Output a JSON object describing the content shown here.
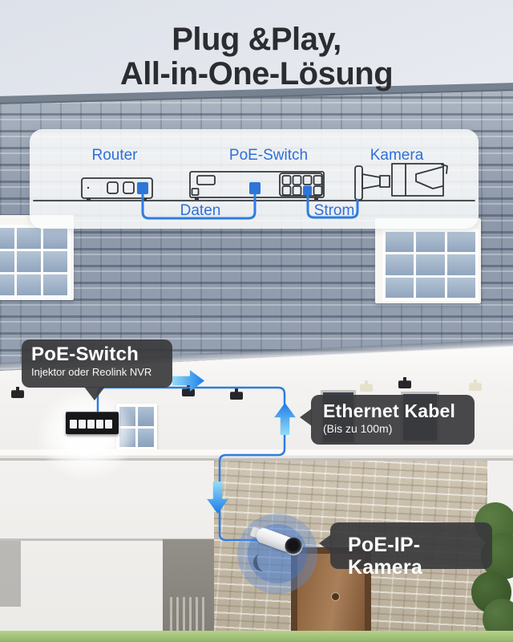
{
  "title": {
    "line1": "Plug &Play,",
    "line2": "All-in-One-Lösung"
  },
  "diagram_panel": {
    "devices": [
      {
        "label": "Router"
      },
      {
        "label": "PoE-Switch"
      },
      {
        "label": "Kamera"
      }
    ],
    "cables": [
      {
        "label": "Daten"
      },
      {
        "label": "Strom"
      }
    ]
  },
  "callouts": {
    "poe_switch": {
      "title": "PoE-Switch",
      "subtitle": "Injektor oder Reolink NVR"
    },
    "ethernet": {
      "title": "Ethernet Kabel",
      "subtitle": "(Bis zu 100m)"
    },
    "camera": {
      "title": "PoE-IP-Kamera"
    }
  },
  "colors": {
    "label_blue": "#2d6fd9",
    "cable_blue": "#2e7de0",
    "port_blue": "#2e75d8",
    "arrow_light": "#93dcf8",
    "arrow_dark": "#1b7ce8",
    "callout_bg": "#3a3a3c",
    "title_text": "#2b2d30"
  }
}
